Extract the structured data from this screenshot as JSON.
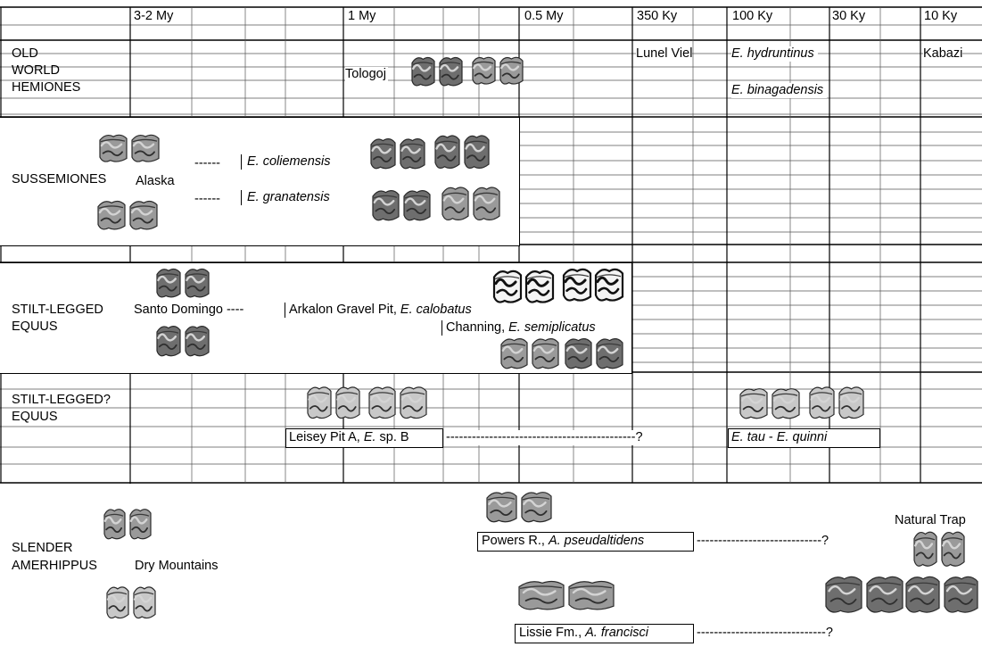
{
  "time_scale": [
    "3-2 My",
    "1 My",
    "0.5 My",
    "350 Ky",
    "100 Ky",
    "30 Ky",
    "10 Ky"
  ],
  "groups": {
    "old_world": {
      "label_lines": [
        "OLD",
        "WORLD",
        "HEMIONES"
      ],
      "sites": {
        "tologoj": "Tologoj",
        "lunel": "Lunel Viel",
        "kabazi": "Kabazi"
      },
      "species": {
        "hydruntinus": "E. hydruntinus",
        "binagadensis": "E. binagadensis"
      }
    },
    "sussemiones": {
      "label": "SUSSEMIONES",
      "site": "Alaska",
      "dashes": "------",
      "species": {
        "coliemensis": "E. coliemensis",
        "granatensis": "E. granatensis"
      }
    },
    "stilt": {
      "label_lines": [
        "STILT-LEGGED",
        "EQUUS"
      ],
      "site_santo": "Santo Domingo ----",
      "arkalon": {
        "site": "Arkalon Gravel Pit, ",
        "species": "E. calobatus"
      },
      "channing": {
        "site": "Channing, ",
        "species": "E. semiplicatus"
      }
    },
    "stilt_q": {
      "label_lines": [
        "STILT-LEGGED?",
        "EQUUS"
      ],
      "leisey": {
        "site": "Leisey Pit A, ",
        "species": "E.",
        "suffix": " sp. B"
      },
      "dashes": "--------------------------------------------?",
      "tau": {
        "a": "E. tau",
        "sep": " - ",
        "b": "E. quinni"
      }
    },
    "slender": {
      "label_lines": [
        "SLENDER",
        "AMERHIPPUS"
      ],
      "site_dry": "Dry Mountains",
      "natural_trap": "Natural Trap",
      "powers": {
        "site": "Powers R., ",
        "species": "A. pseudaltidens"
      },
      "powers_dashes": "-----------------------------?",
      "lissie": {
        "site": "Lissie Fm., ",
        "species": "A. francisci"
      },
      "lissie_dashes": "------------------------------?"
    }
  },
  "colors": {
    "line": "#000000",
    "thin_line": "#555555",
    "tooth_dark": "#2a2a2a",
    "tooth_mid": "#8a8a8a",
    "tooth_light": "#d4d4d4"
  }
}
